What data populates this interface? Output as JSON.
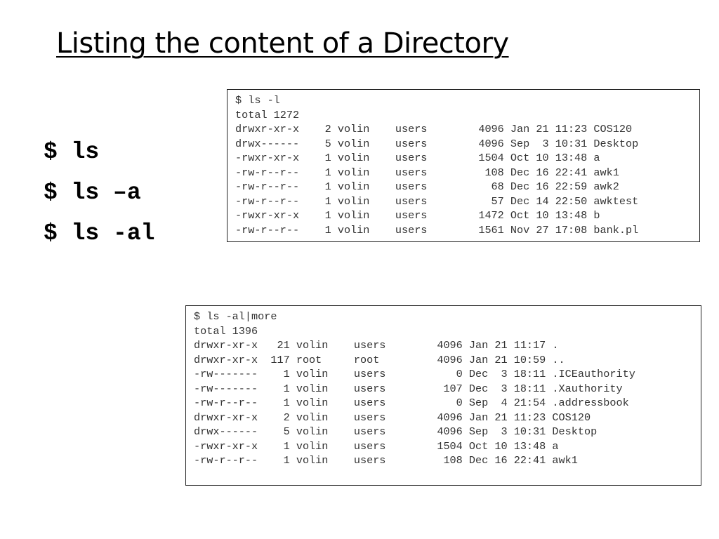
{
  "slide": {
    "title": "Listing the content of a Directory",
    "commands": [
      "$ ls",
      "$ ls –a",
      "$ ls -al"
    ]
  },
  "terminal1": {
    "lines": [
      "$ ls -l",
      "total 1272",
      "drwxr-xr-x    2 volin    users        4096 Jan 21 11:23 COS120",
      "drwx------    5 volin    users        4096 Sep  3 10:31 Desktop",
      "-rwxr-xr-x    1 volin    users        1504 Oct 10 13:48 a",
      "-rw-r--r--    1 volin    users         108 Dec 16 22:41 awk1",
      "-rw-r--r--    1 volin    users          68 Dec 16 22:59 awk2",
      "-rw-r--r--    1 volin    users          57 Dec 14 22:50 awktest",
      "-rwxr-xr-x    1 volin    users        1472 Oct 10 13:48 b",
      "-rw-r--r--    1 volin    users        1561 Nov 27 17:08 bank.pl"
    ]
  },
  "terminal2": {
    "lines": [
      "$ ls -al|more",
      "total 1396",
      "drwxr-xr-x   21 volin    users        4096 Jan 21 11:17 .",
      "drwxr-xr-x  117 root     root         4096 Jan 21 10:59 ..",
      "-rw-------    1 volin    users           0 Dec  3 18:11 .ICEauthority",
      "-rw-------    1 volin    users         107 Dec  3 18:11 .Xauthority",
      "-rw-r--r--    1 volin    users           0 Sep  4 21:54 .addressbook",
      "drwxr-xr-x    2 volin    users        4096 Jan 21 11:23 COS120",
      "drwx------    5 volin    users        4096 Sep  3 10:31 Desktop",
      "-rwxr-xr-x    1 volin    users        1504 Oct 10 13:48 a",
      "-rw-r--r--    1 volin    users         108 Dec 16 22:41 awk1"
    ]
  }
}
